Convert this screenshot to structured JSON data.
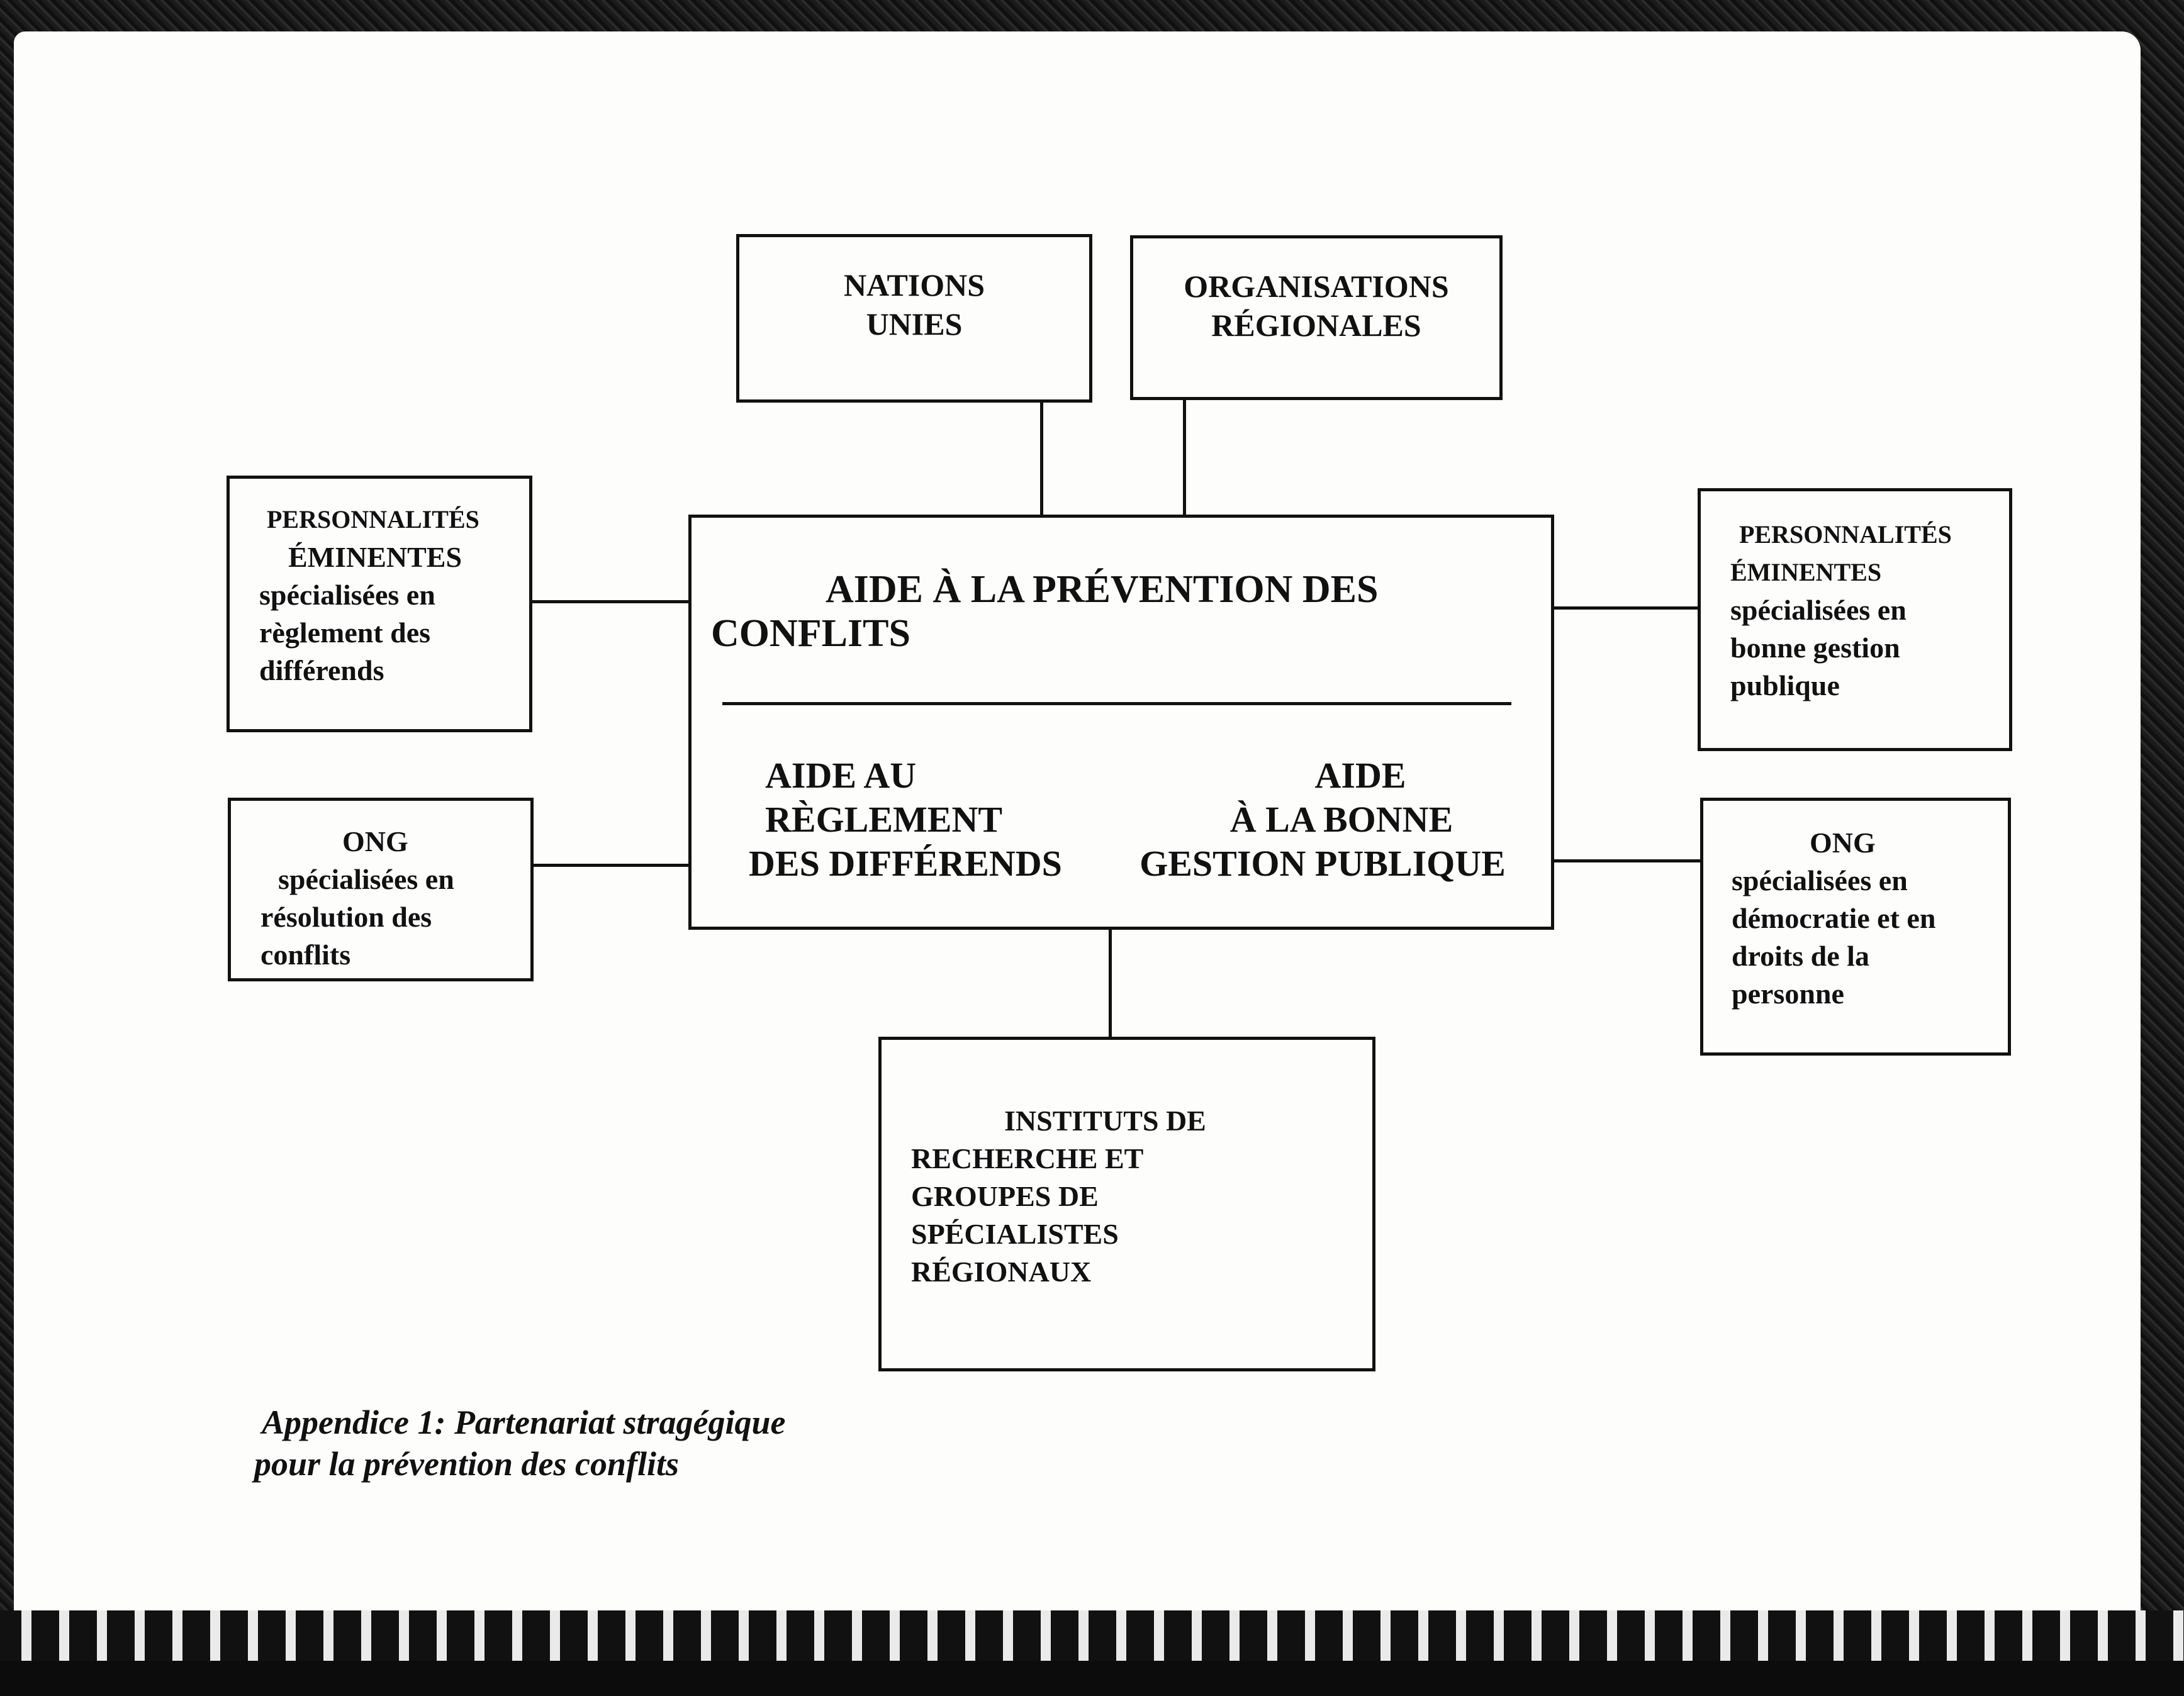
{
  "diagram": {
    "top_left_box": [
      "NATIONS",
      "UNIES"
    ],
    "top_right_box": [
      "ORGANISATIONS",
      "RÉGIONALES"
    ],
    "left_top_box": {
      "line1": "PERSONNALITÉS",
      "line2": "ÉMINENTES",
      "line3": "spécialisées en",
      "line4": "règlement des",
      "line5": "différends"
    },
    "left_bottom_box": {
      "line1": "ONG",
      "line2": "spécialisées en",
      "line3": "résolution des",
      "line4": "conflits"
    },
    "right_top_box": {
      "line1": "PERSONNALITÉS",
      "line2": "ÉMINENTES",
      "line3": "spécialisées en",
      "line4": "bonne gestion",
      "line5": "publique"
    },
    "right_bottom_box": {
      "line1": "ONG",
      "line2": "spécialisées en",
      "line3": "démocratie et en",
      "line4": "droits de la",
      "line5": "personne"
    },
    "center_box": {
      "title_line1": "AIDE À LA PRÉVENTION DES",
      "title_line2": "CONFLITS",
      "left_sub": [
        "AIDE AU",
        "RÈGLEMENT",
        "DES DIFFÉRENDS"
      ],
      "right_sub": [
        "AIDE",
        "À LA BONNE",
        "GESTION PUBLIQUE"
      ]
    },
    "bottom_box": [
      "INSTITUTS DE",
      "RECHERCHE ET",
      "GROUPES DE",
      "SPÉCIALISTES",
      "RÉGIONAUX"
    ]
  },
  "caption": {
    "line1": "Appendice 1: Partenariat stragégique",
    "line2": "pour la prévention des conflits"
  }
}
